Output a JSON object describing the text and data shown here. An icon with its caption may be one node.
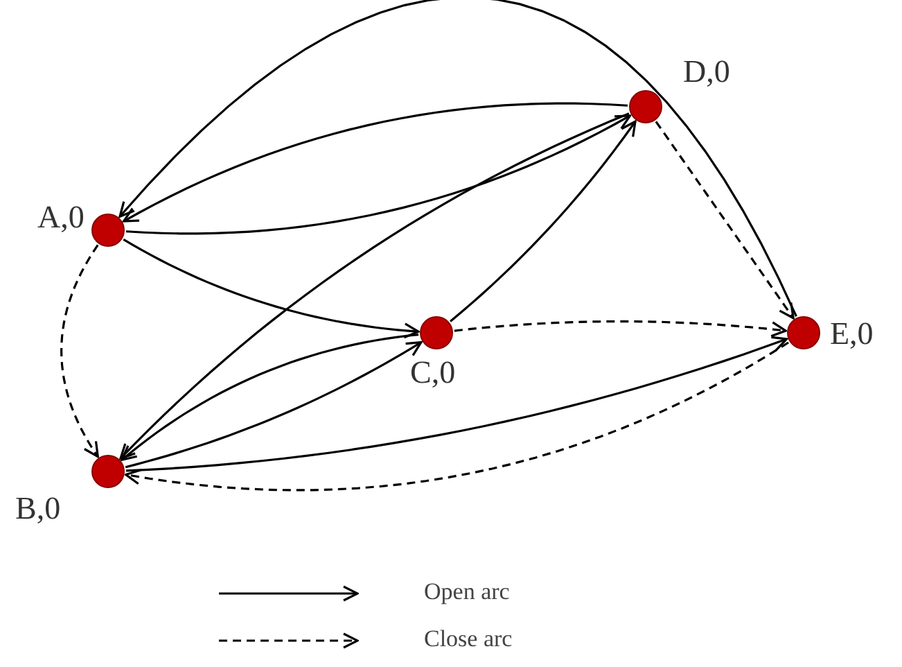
{
  "diagram": {
    "nodes": [
      {
        "text": [
          "A,0"
        ]
      },
      {
        "text": [
          "D,0"
        ]
      },
      {
        "text": [
          "C,0"
        ]
      },
      {
        "text": [
          "E,0"
        ]
      },
      {
        "text": [
          "B,0"
        ]
      }
    ],
    "edges": [
      {
        "from": 3,
        "to": 0,
        "arrow": "to"
      },
      {
        "from": 1,
        "to": 0,
        "arrow": "to"
      },
      {
        "from": 0,
        "to": 1,
        "arrow": "to"
      },
      {
        "from": 1,
        "to": 4,
        "arrow": "to"
      },
      {
        "from": 0,
        "to": 2,
        "arrow": "to"
      },
      {
        "from": 0,
        "to": 4,
        "arrow": "to",
        "style": "dashed"
      },
      {
        "from": 2,
        "to": 4,
        "arrow": "to"
      },
      {
        "from": 4,
        "to": 2,
        "arrow": "to"
      },
      {
        "from": 2,
        "to": 1,
        "arrow": "to"
      },
      {
        "from": 2,
        "to": 3,
        "arrow": "to",
        "style": "dashed"
      },
      {
        "from": 1,
        "to": 3,
        "arrow": "to",
        "style": "dashed"
      },
      {
        "from": 4,
        "to": 3,
        "arrow": "to"
      },
      {
        "from": 3,
        "to": 4,
        "arrow": "to",
        "style": "dashed"
      }
    ],
    "legend": [
      {
        "text": "Open arc"
      },
      {
        "text": "Close arc"
      }
    ]
  }
}
